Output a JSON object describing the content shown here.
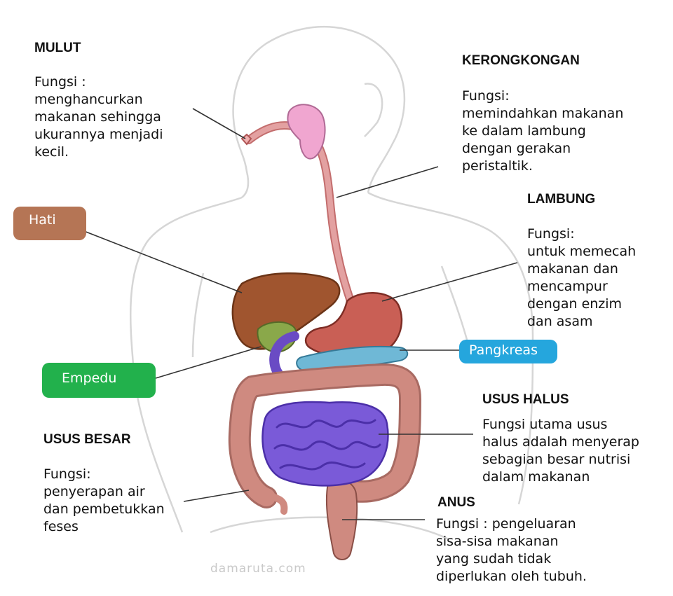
{
  "colors": {
    "hati_badge": "#b57555",
    "empedu_badge": "#22b14c",
    "pangkreas_badge": "#25a6dd",
    "organ_liver": "#a0552f",
    "organ_stomach": "#c95f55",
    "organ_small_intestine": "#7a5ad8",
    "organ_large_intestine": "#cf8a80",
    "organ_esophagus": "#dc8f8f",
    "organ_salivary": "#f0a6d0",
    "organ_gallbladder": "#8aa84a",
    "organ_pancreas": "#6fb8d6",
    "body_outline": "#d9d9d9",
    "leader_line": "#333333"
  },
  "labels": {
    "mulut": {
      "title": "MULUT",
      "lines": [
        "Fungsi :",
        "menghancurkan",
        "makanan sehingga",
        "ukurannya menjadi",
        "kecil."
      ]
    },
    "kerongkongan": {
      "title": "KERONGKONGAN",
      "lines": [
        "Fungsi:",
        "memindahkan makanan",
        "ke dalam lambung",
        "dengan gerakan",
        "peristaltik."
      ]
    },
    "lambung": {
      "title": "LAMBUNG",
      "lines": [
        "Fungsi:",
        "untuk memecah",
        "makanan dan",
        "mencampur",
        "dengan enzim",
        "dan asam"
      ]
    },
    "usus_halus": {
      "title": "USUS HALUS",
      "lines": [
        "Fungsi utama usus",
        "halus adalah menyerap",
        "sebagian besar nutrisi",
        "dalam makanan"
      ]
    },
    "usus_besar": {
      "title": "USUS BESAR",
      "lines": [
        "Fungsi:",
        "penyerapan air",
        "dan pembetukkan",
        "feses"
      ]
    },
    "anus": {
      "title": "ANUS",
      "lines": [
        "Fungsi : pengeluaran",
        "sisa-sisa makanan",
        "yang sudah tidak",
        "diperlukan oleh tubuh."
      ]
    }
  },
  "badges": {
    "hati": "Hati",
    "empedu": "Empedu",
    "pangkreas": "Pangkreas"
  },
  "watermark": "damaruta.com"
}
